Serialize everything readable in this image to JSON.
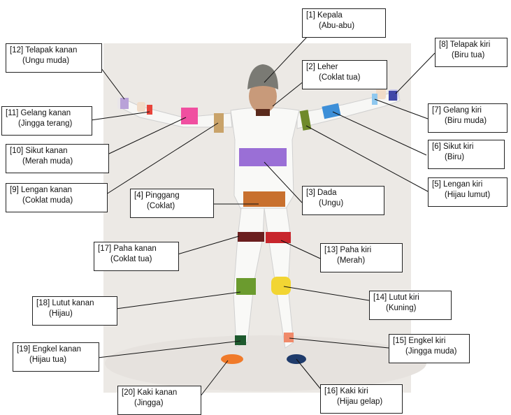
{
  "labels": [
    {
      "id": "kepala",
      "num": "[1]",
      "name": "Kepala",
      "color_name": "(Abu-abu)",
      "color": "#7d7d78"
    },
    {
      "id": "leher",
      "num": "[2]",
      "name": "Leher",
      "color_name": "(Coklat tua)",
      "color": "#5a2a1c"
    },
    {
      "id": "dada",
      "num": "[3]",
      "name": "Dada",
      "color_name": "(Ungu)",
      "color": "#9a6fd6"
    },
    {
      "id": "pinggang",
      "num": "[4]",
      "name": "Pinggang",
      "color_name": "(Coklat)",
      "color": "#c8702e"
    },
    {
      "id": "lengan-kiri",
      "num": "[5]",
      "name": "Lengan kiri",
      "color_name": "(Hijau lumut)",
      "color": "#6f8a2b"
    },
    {
      "id": "sikut-kiri",
      "num": "[6]",
      "name": "Sikut kiri",
      "color_name": "(Biru)",
      "color": "#3d8fd8"
    },
    {
      "id": "gelang-kiri",
      "num": "[7]",
      "name": "Gelang kiri",
      "color_name": "(Biru muda)",
      "color": "#8fc8ef"
    },
    {
      "id": "telapak-kiri",
      "num": "[8]",
      "name": "Telapak kiri",
      "color_name": "(Biru tua)",
      "color": "#3f46a8"
    },
    {
      "id": "lengan-kanan",
      "num": "[9]",
      "name": "Lengan kanan",
      "color_name": "(Coklat muda)",
      "color": "#c9a36a"
    },
    {
      "id": "sikut-kanan",
      "num": "[10]",
      "name": "Sikut kanan",
      "color_name": "(Merah muda)",
      "color": "#f04fa0"
    },
    {
      "id": "gelang-kanan",
      "num": "[11]",
      "name": "Gelang kanan",
      "color_name": "(Jingga terang)",
      "color": "#e8443a"
    },
    {
      "id": "telapak-kanan",
      "num": "[12]",
      "name": "Telapak kanan",
      "color_name": "(Ungu muda)",
      "color": "#b9a2d8"
    },
    {
      "id": "paha-kiri",
      "num": "[13]",
      "name": "Paha kiri",
      "color_name": "(Merah)",
      "color": "#c8262c"
    },
    {
      "id": "lutut-kiri",
      "num": "[14]",
      "name": "Lutut kiri",
      "color_name": "(Kuning)",
      "color": "#f2d533"
    },
    {
      "id": "engkel-kiri",
      "num": "[15]",
      "name": "Engkel kiri",
      "color_name": "(Jingga muda)",
      "color": "#f08a6a"
    },
    {
      "id": "kaki-kiri",
      "num": "[16]",
      "name": "Kaki kiri",
      "color_name": "(Hijau gelap)",
      "color": "#1f3b6b"
    },
    {
      "id": "paha-kanan",
      "num": "[17]",
      "name": "Paha kanan",
      "color_name": "(Coklat tua)",
      "color": "#6b1f1f"
    },
    {
      "id": "lutut-kanan",
      "num": "[18]",
      "name": "Lutut kanan",
      "color_name": "(Hijau)",
      "color": "#6b9b2e"
    },
    {
      "id": "engkel-kanan",
      "num": "[19]",
      "name": "Engkel kanan",
      "color_name": "(Hijau tua)",
      "color": "#1e5a2e"
    },
    {
      "id": "kaki-kanan",
      "num": "[20]",
      "name": "Kaki kanan",
      "color_name": "(Jingga)",
      "color": "#f07a2a"
    }
  ]
}
